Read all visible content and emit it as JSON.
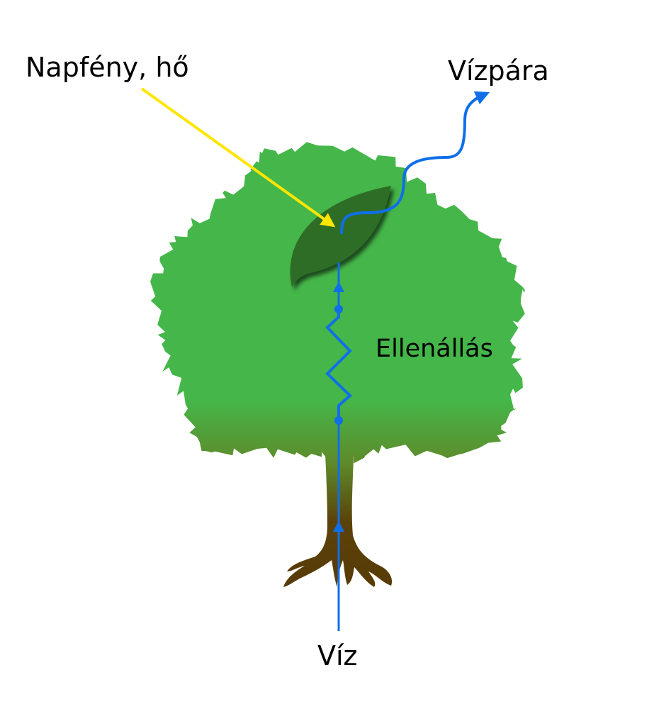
{
  "labels": {
    "sunlight": "Napfény, hő",
    "vapor": "Vízpára",
    "resistance": "Ellenállás",
    "water": "Víz"
  },
  "colors": {
    "canopy": "#45b649",
    "trunk": "#5a3e05",
    "leaf": "#2f6d27",
    "water_flow": "#0f6fe8",
    "sunlight_arrow": "#ffe600"
  }
}
